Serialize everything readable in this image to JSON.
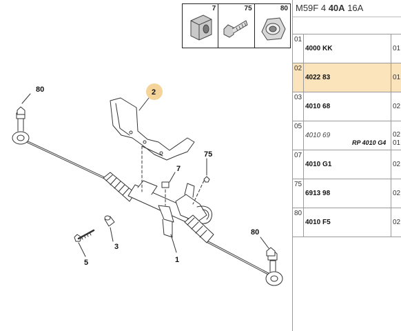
{
  "header": {
    "prefix": "M59F 4",
    "ref": "40A",
    "suffix": "16A"
  },
  "thumbnails": [
    {
      "num": "7",
      "icon": "square-nut-icon"
    },
    {
      "num": "75",
      "icon": "bolt-icon"
    },
    {
      "num": "80",
      "icon": "cap-nut-icon"
    }
  ],
  "callouts": {
    "c80a": "80",
    "c2": "2",
    "c7": "7",
    "c75": "75",
    "c3": "3",
    "c5": "5",
    "c1": "1",
    "c80b": "80"
  },
  "rows": [
    {
      "num": "01",
      "ref": "4000 KK",
      "qty": "01",
      "highlight": false
    },
    {
      "num": "02",
      "ref": "4022 83",
      "qty": "01",
      "highlight": true
    },
    {
      "num": "03",
      "ref": "4010 68",
      "qty": "02",
      "highlight": false
    },
    {
      "num": "05",
      "ref": "4010 69",
      "qty": "02",
      "rp": "RP 4010 G4",
      "qty2": "01",
      "highlight": false
    },
    {
      "num": "07",
      "ref": "4010 G1",
      "qty": "02",
      "highlight": false
    },
    {
      "num": "75",
      "ref": "6913 98",
      "qty": "02",
      "highlight": false
    },
    {
      "num": "80",
      "ref": "4010 F5",
      "qty": "02",
      "highlight": false
    }
  ],
  "colors": {
    "highlight": "#fbe3bb",
    "callout_bubble": "#f5d49a"
  }
}
